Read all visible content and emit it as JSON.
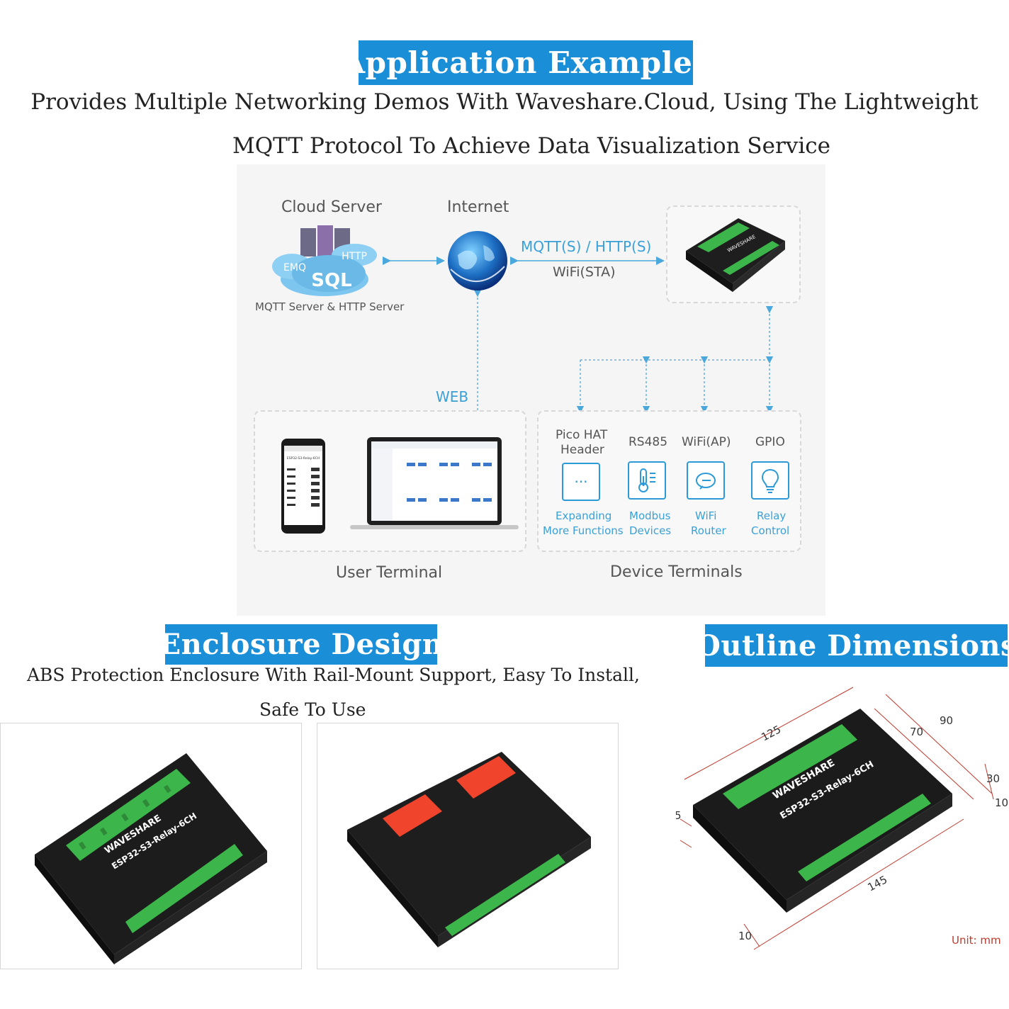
{
  "header": {
    "title": "Application Examples",
    "subtitle_line1": "Provides Multiple Networking Demos With Waveshare.Cloud, Using The Lightweight",
    "subtitle_line2": "MQTT Protocol To Achieve Data Visualization Service"
  },
  "diagram": {
    "cloud_server_label": "Cloud Server",
    "cloud_tag_http": "HTTP",
    "cloud_tag_emq": "EMQ",
    "cloud_tag_sql": "SQL",
    "cloud_caption": "MQTT Server & HTTP Server",
    "internet_label": "Internet",
    "protocol_label": "MQTT(S) / HTTP(S)",
    "wifi_sta_label": "WiFi(STA)",
    "web_label": "WEB",
    "user_terminal_label": "User Terminal",
    "device_terminals_label": "Device Terminals",
    "phone_screen_title": "ESP32-S3-Relay-6CH",
    "terminals": [
      {
        "top": "Pico HAT",
        "top2": "Header",
        "bottom": "Expanding",
        "bottom2": "More Functions",
        "icon": "ellipsis-icon",
        "glyph": "···"
      },
      {
        "top": "RS485",
        "top2": "",
        "bottom": "Modbus",
        "bottom2": "Devices",
        "icon": "thermometer-icon",
        "glyph": ""
      },
      {
        "top": "WiFi(AP)",
        "top2": "",
        "bottom": "WiFi",
        "bottom2": "Router",
        "icon": "router-icon",
        "glyph": ""
      },
      {
        "top": "GPIO",
        "top2": "",
        "bottom": "Relay",
        "bottom2": "Control",
        "icon": "lightbulb-icon",
        "glyph": ""
      }
    ]
  },
  "enclosure": {
    "title": "Enclosure Design",
    "desc_line1": "ABS Protection Enclosure With Rail-Mount Support, Easy To Install,",
    "desc_line2": "Safe To Use"
  },
  "outline": {
    "title": "Outline Dimensions",
    "dims": {
      "d125": "125",
      "d90": "90",
      "d70": "70",
      "d30": "30",
      "d10a": "10",
      "d5": "5",
      "d10b": "10",
      "d145": "145",
      "d10c": "10"
    },
    "unit": "Unit: mm"
  },
  "device": {
    "brand": "WAVESHARE",
    "model": "ESP32-S3-Relay-6CH"
  },
  "colors": {
    "accent": "#1a8fd8",
    "diagram_blue": "#3aa0d8",
    "terminal_green": "#3cb54a",
    "clip_red": "#f0442c",
    "unit_red": "#c0392b"
  }
}
